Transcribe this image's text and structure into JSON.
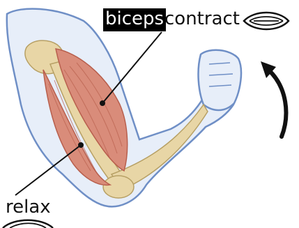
{
  "labels": {
    "biceps": "biceps",
    "contract": "contract",
    "relax": "relax"
  },
  "colors": {
    "skin_outline": "#6f8fc6",
    "skin_fill": "#e7eef9",
    "bone": "#e8d6a6",
    "muscle": "#d98c7a",
    "muscle_dark": "#b85f4d",
    "label_bg": "#000000",
    "arrow": "#111111"
  },
  "icons": {
    "contracted_muscle": "contracted-muscle-icon",
    "relaxed_muscle": "relaxed-muscle-icon",
    "movement_arrow": "curved-up-arrow-icon"
  }
}
